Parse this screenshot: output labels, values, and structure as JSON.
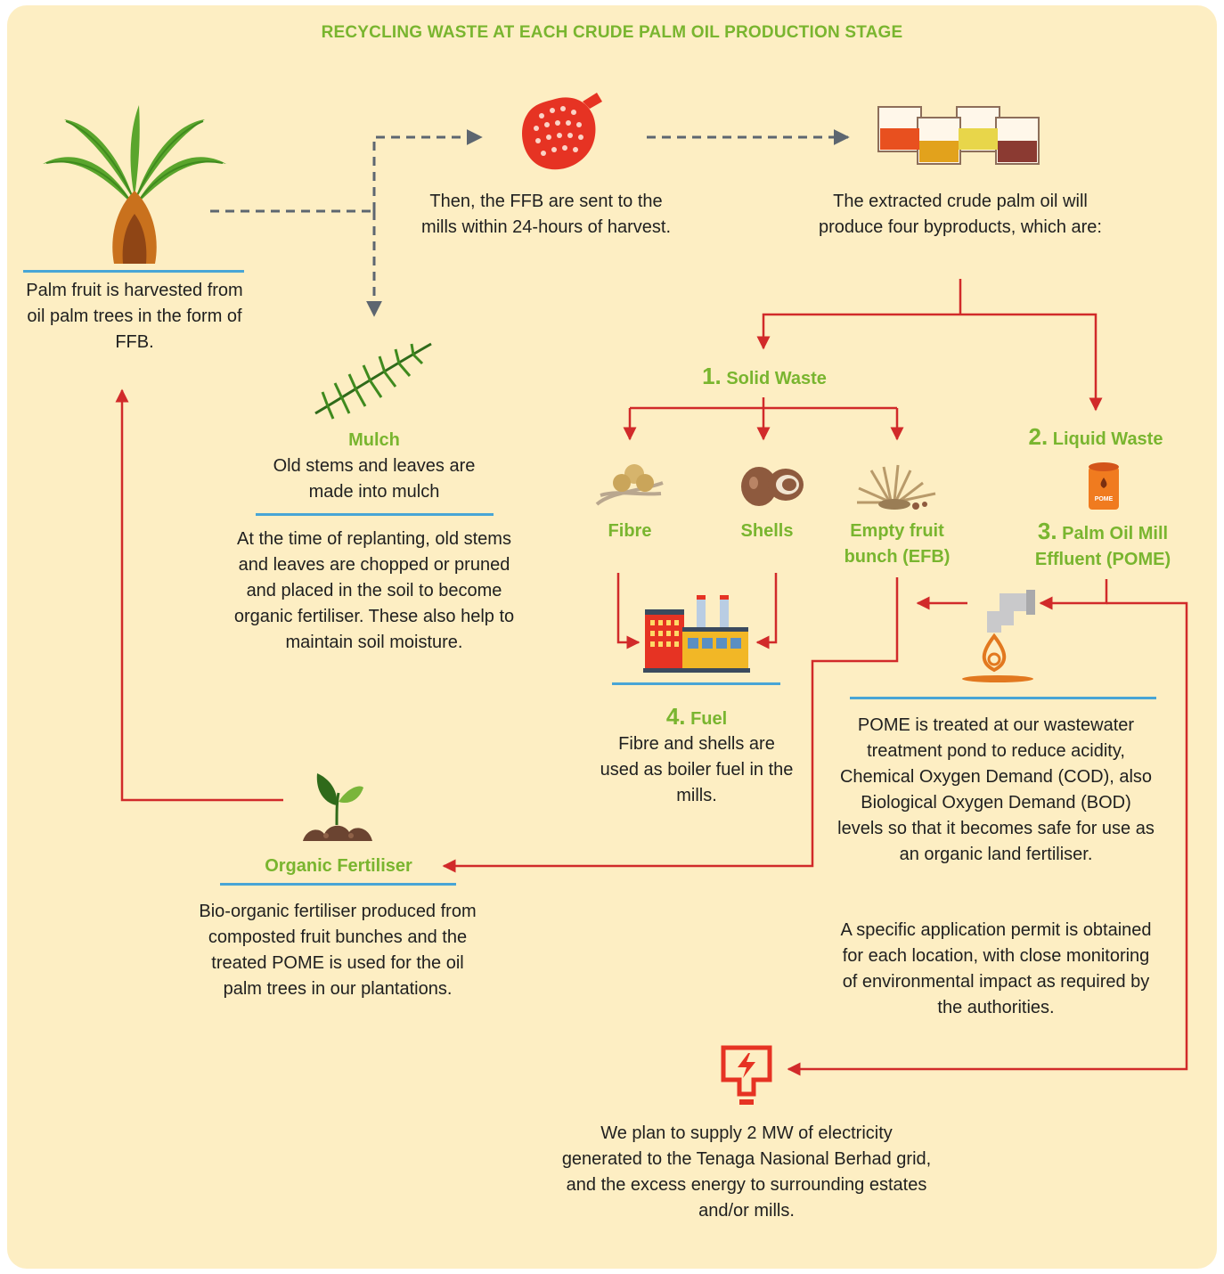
{
  "title": "RECYCLING WASTE AT EACH CRUDE PALM OIL PRODUCTION STAGE",
  "harvest": {
    "text": "Palm fruit is harvested from oil palm trees in the form of FFB."
  },
  "mills": {
    "text": "Then, the FFB are sent to the mills within 24-hours of harvest."
  },
  "extract": {
    "text": "The extracted crude palm oil will produce four byproducts, which are:"
  },
  "mulch": {
    "heading": "Mulch",
    "subtext": "Old stems and leaves are made into mulch",
    "detail": "At the time of replanting, old stems and leaves are chopped or pruned and placed in the soil to become organic fertiliser. These also help to maintain soil moisture."
  },
  "solid": {
    "number": "1.",
    "label": "Solid Waste"
  },
  "liquid": {
    "number": "2.",
    "label": "Liquid Waste"
  },
  "pome": {
    "number": "3.",
    "label": "Palm Oil Mill Effluent (POME)",
    "can_text": "POME"
  },
  "fibre": {
    "label": "Fibre"
  },
  "shells": {
    "label": "Shells"
  },
  "efb": {
    "label": "Empty fruit bunch (EFB)"
  },
  "fuel": {
    "number": "4.",
    "label": "Fuel",
    "text": "Fibre and shells are used as boiler fuel in the mills."
  },
  "pome_treatment": {
    "text": "POME is treated at our wastewater treatment pond to reduce acidity, Chemical Oxygen Demand (COD), also Biological Oxygen Demand (BOD) levels so that it becomes safe for use as an organic land fertiliser.",
    "permit": "A specific application permit is obtained for each location, with close monitoring of environmental impact as required by the authorities."
  },
  "fertiliser": {
    "heading": "Organic Fertiliser",
    "text": "Bio-organic fertiliser produced from composted fruit bunches and the treated POME is used for the oil palm trees in our plantations."
  },
  "electricity": {
    "text": "We plan to supply 2 MW of electricity generated to the Tenaga Nasional Berhad grid, and the excess energy to surrounding estates and/or mills."
  },
  "colors": {
    "background": "#fdeec3",
    "green": "#79b52f",
    "red": "#d12a2a",
    "blue": "#48a5d6",
    "grey": "#5d6670"
  }
}
